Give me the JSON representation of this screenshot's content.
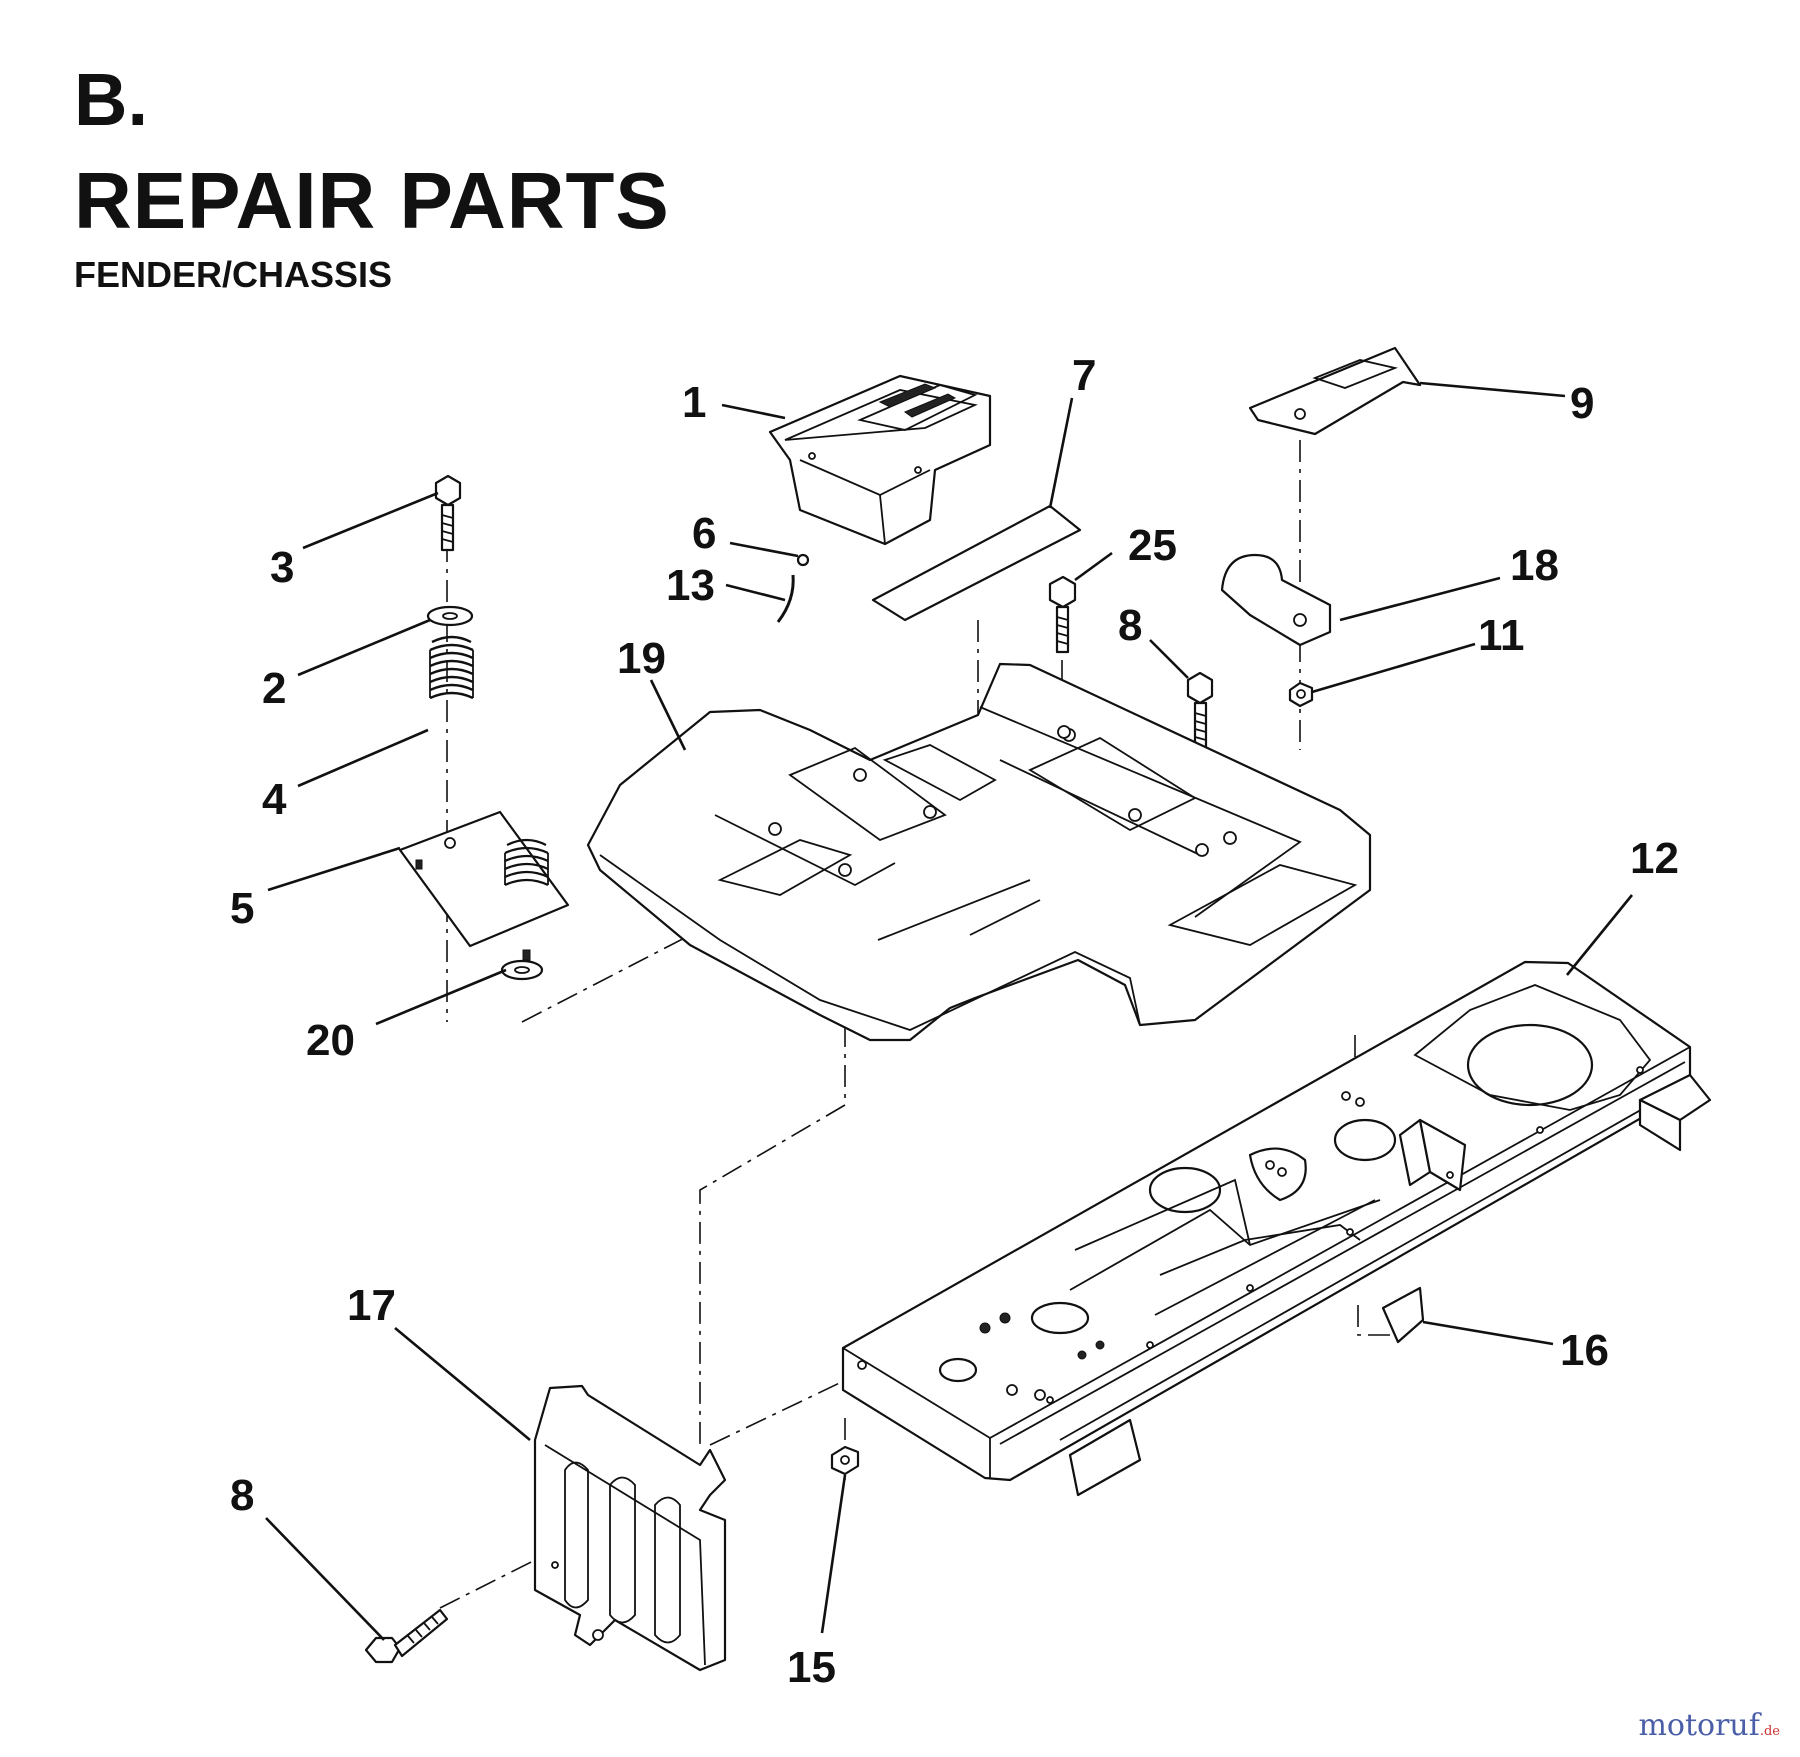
{
  "header": {
    "section": "B.",
    "title": "REPAIR PARTS",
    "subtitle": "FENDER/CHASSIS"
  },
  "callouts": [
    "1",
    "2",
    "3",
    "4",
    "5",
    "6",
    "7",
    "8",
    "8",
    "9",
    "11",
    "12",
    "13",
    "15",
    "16",
    "17",
    "18",
    "19",
    "20",
    "25"
  ],
  "watermark": {
    "name": "motoruf",
    "tld": ".de"
  }
}
